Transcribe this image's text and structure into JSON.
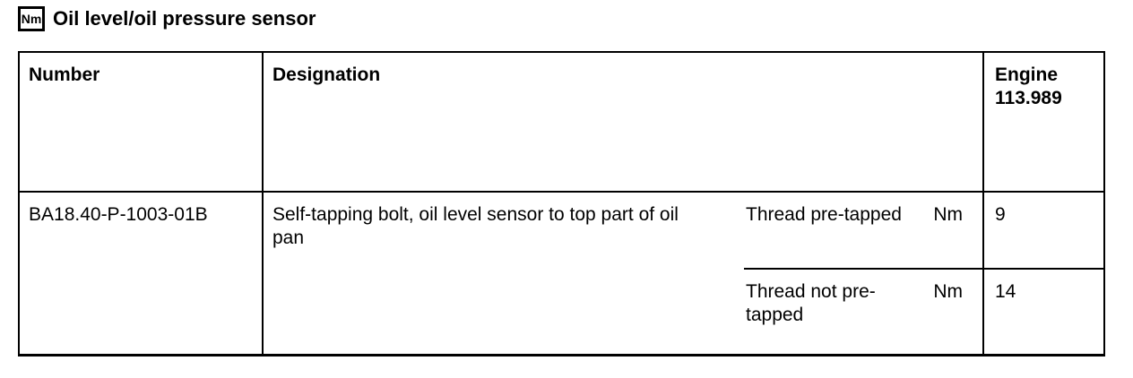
{
  "header": {
    "icon_label": "Nm",
    "title": "Oil level/oil pressure sensor"
  },
  "table": {
    "columns": {
      "number": "Number",
      "designation": "Designation",
      "engine": "Engine 113.989"
    },
    "row": {
      "number": "BA18.40-P-1003-01B",
      "designation": "Self-tapping bolt, oil level sensor to top part of oil pan",
      "variants": [
        {
          "condition": "Thread pre-tapped",
          "unit": "Nm",
          "value": "9"
        },
        {
          "condition": "Thread not pre-tapped",
          "unit": "Nm",
          "value": "14"
        }
      ]
    }
  }
}
